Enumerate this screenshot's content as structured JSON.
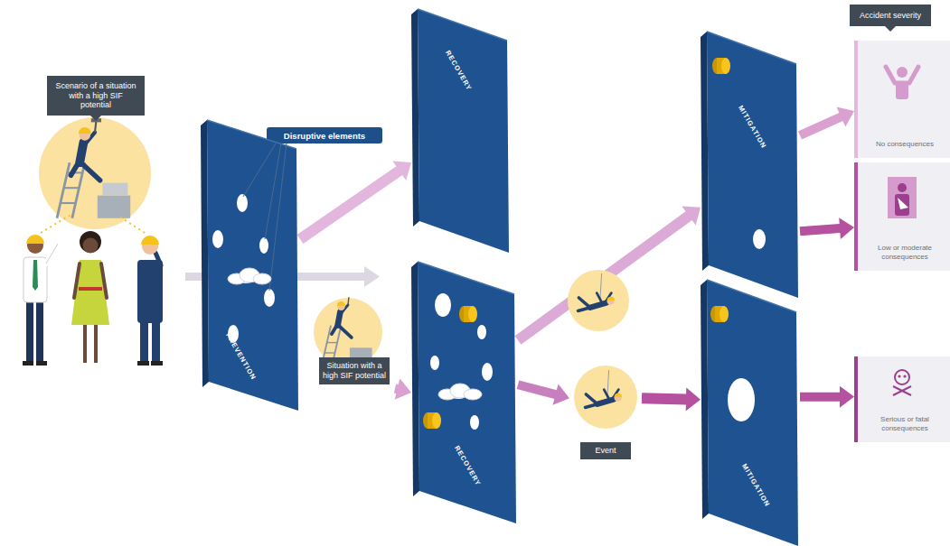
{
  "diagram": {
    "nodes": [
      {
        "text": [
          "Scenario of a situation with a high SIF potential"
        ]
      },
      {
        "text": [
          "Disruptive elements"
        ]
      },
      {
        "text": [
          "PREVENTION"
        ]
      },
      {
        "text": [
          "RECOVERY"
        ]
      },
      {
        "text": [
          "Situation with a high SIF potential"
        ]
      },
      {
        "text": [
          "RECOVERY"
        ]
      },
      {
        "text": [
          "Event"
        ]
      },
      {
        "text": [
          "MITIGATION"
        ]
      },
      {
        "text": [
          "MITIGATION"
        ]
      },
      {
        "text": [
          "Accident severity"
        ]
      },
      {
        "text": [
          "No consequences"
        ]
      },
      {
        "text": [
          "Low or moderate consequences"
        ]
      },
      {
        "text": [
          "Serious or fatal consequences"
        ]
      }
    ],
    "edges": [
      {
        "from": 2,
        "to": 3,
        "arrow": "to"
      },
      {
        "from": 4,
        "to": 5,
        "arrow": "to"
      },
      {
        "from": 5,
        "to": 7,
        "arrow": "to"
      },
      {
        "from": 5,
        "to": 6,
        "arrow": "to"
      },
      {
        "from": 6,
        "to": 8,
        "arrow": "to"
      },
      {
        "from": 7,
        "to": 10,
        "arrow": "to"
      },
      {
        "from": 7,
        "to": 11,
        "arrow": "to"
      },
      {
        "from": 8,
        "to": 12,
        "arrow": "to"
      }
    ]
  }
}
